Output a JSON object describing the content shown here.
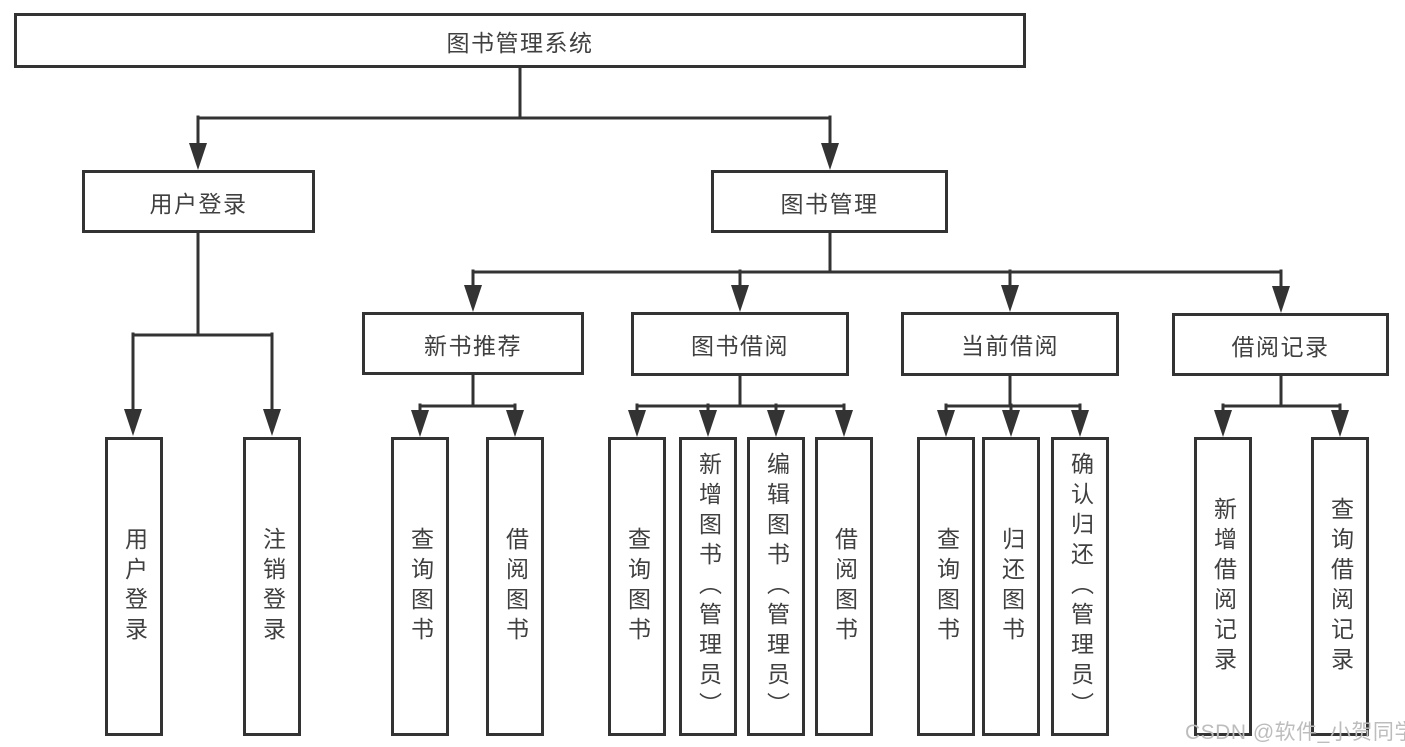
{
  "colors": {
    "line": "#333333",
    "box_border": "#333333",
    "box_background": "#ffffff",
    "text": "#404040",
    "watermark": "#bdbdbd",
    "page_background": "#ffffff"
  },
  "watermark": {
    "text": "CSDN @软件_小贺同学"
  },
  "tree": {
    "label": "图书管理系统",
    "children": [
      {
        "label": "用户登录",
        "children": [
          {
            "label": "用户登录"
          },
          {
            "label": "注销登录"
          }
        ]
      },
      {
        "label": "图书管理",
        "children": [
          {
            "label": "新书推荐",
            "children": [
              {
                "label": "查询图书"
              },
              {
                "label": "借阅图书"
              }
            ]
          },
          {
            "label": "图书借阅",
            "children": [
              {
                "label": "查询图书"
              },
              {
                "label": "新增图书（管理员）"
              },
              {
                "label": "编辑图书（管理员）"
              },
              {
                "label": "借阅图书"
              }
            ]
          },
          {
            "label": "当前借阅",
            "children": [
              {
                "label": "查询图书"
              },
              {
                "label": "归还图书"
              },
              {
                "label": "确认归还（管理员）"
              }
            ]
          },
          {
            "label": "借阅记录",
            "children": [
              {
                "label": "新增借阅记录"
              },
              {
                "label": "查询借阅记录"
              }
            ]
          }
        ]
      }
    ]
  }
}
